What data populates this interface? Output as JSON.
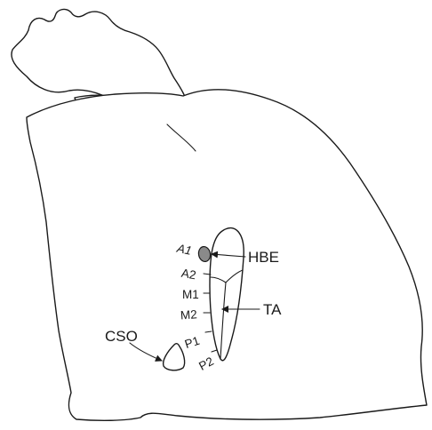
{
  "labels": {
    "hbe": "HBE",
    "ta": "TA",
    "cso": "CSO",
    "a1": "A1",
    "a2": "A2",
    "m1": "M1",
    "m2": "M2",
    "p1": "P1",
    "p2": "P2"
  },
  "colors": {
    "line": "#1a1a1a",
    "hbe_fill": "#8a8a8a",
    "background": "#ffffff"
  }
}
